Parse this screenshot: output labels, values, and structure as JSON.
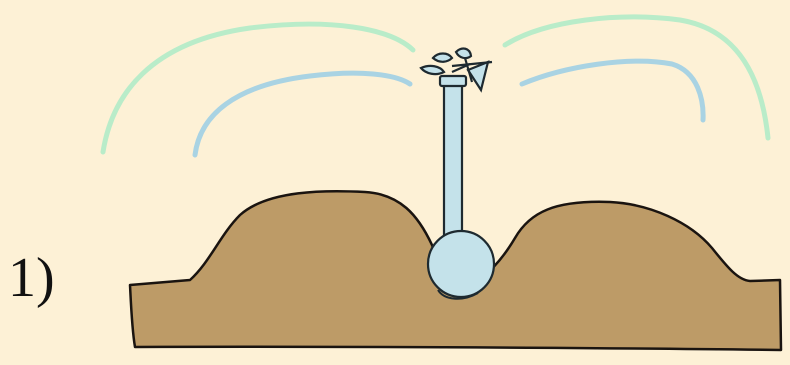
{
  "step": {
    "label": "1)"
  },
  "colors": {
    "background": "#fdf1d6",
    "ground_fill": "#bd9b67",
    "ground_outline": "#1a1410",
    "sprinkler_fill": "#c4e2ea",
    "sprinkler_outline": "#1e2a30",
    "spray_outer": "#b9ecc9",
    "spray_inner": "#a9d3e3"
  },
  "icons": {
    "sprinkler": "sprinkler-icon",
    "ground": "soil-mound",
    "spray": "water-spray-arcs"
  }
}
